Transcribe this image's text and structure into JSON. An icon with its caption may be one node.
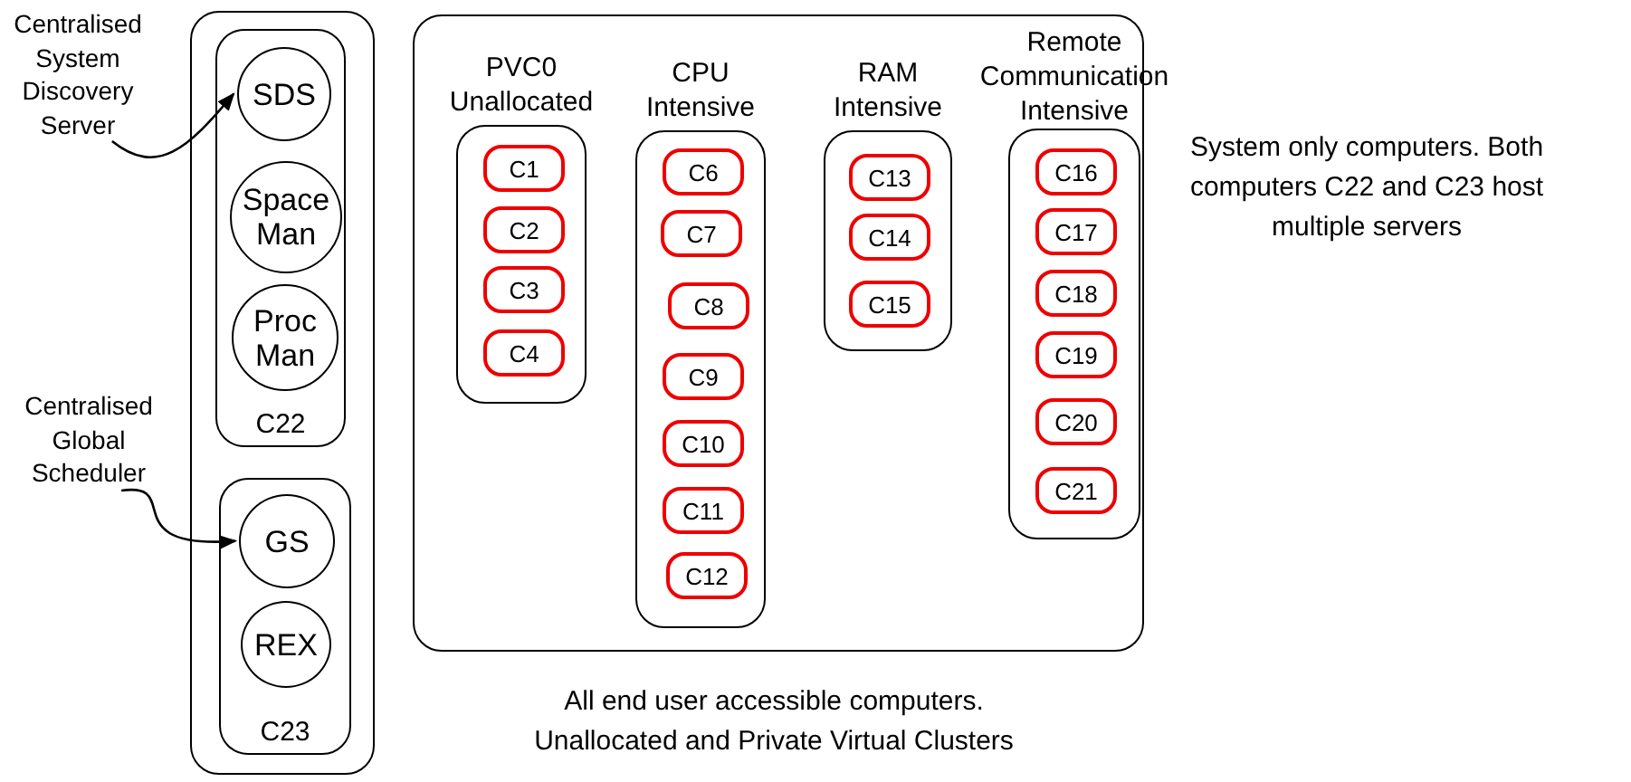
{
  "diagram": {
    "nodes": [
      {
        "text": [],
        "shape": "box"
      },
      {
        "text": [
          "C22"
        ],
        "in": 0
      },
      {
        "text": [
          "SDS"
        ],
        "in": 1
      },
      {
        "text": [
          "Space Man"
        ],
        "in": 1
      },
      {
        "text": [
          "Proc Man"
        ],
        "in": 1
      },
      {
        "text": [
          "C23"
        ],
        "in": 0
      },
      {
        "text": [
          "GS"
        ],
        "in": 5
      },
      {
        "text": [
          "REX"
        ],
        "in": 5
      },
      {
        "text": [
          "Centralised System Discovery Server"
        ]
      },
      {
        "text": [
          "Centralised Global Scheduler"
        ]
      },
      {
        "text": [],
        "shape": "box"
      },
      {
        "text": [
          "PVC0 Unallocated"
        ],
        "in": 10
      },
      {
        "text": [
          "C1"
        ],
        "in": 11
      },
      {
        "text": [
          "C2"
        ],
        "in": 11
      },
      {
        "text": [
          "C3"
        ],
        "in": 11
      },
      {
        "text": [
          "C4"
        ],
        "in": 11
      },
      {
        "text": [
          "CPU Intensive"
        ],
        "in": 10
      },
      {
        "text": [
          "C6"
        ],
        "in": 16
      },
      {
        "text": [
          "C7"
        ],
        "in": 16
      },
      {
        "text": [
          "C8"
        ],
        "in": 16
      },
      {
        "text": [
          "C9"
        ],
        "in": 16
      },
      {
        "text": [
          "C10"
        ],
        "in": 16
      },
      {
        "text": [
          "C11"
        ],
        "in": 16
      },
      {
        "text": [
          "C12"
        ],
        "in": 16
      },
      {
        "text": [
          "RAM Intensive"
        ],
        "in": 10
      },
      {
        "text": [
          "C13"
        ],
        "in": 24
      },
      {
        "text": [
          "C14"
        ],
        "in": 24
      },
      {
        "text": [
          "C15"
        ],
        "in": 24
      },
      {
        "text": [
          "Remote Communication Intensive"
        ],
        "in": 10
      },
      {
        "text": [
          "C16"
        ],
        "in": 28
      },
      {
        "text": [
          "C17"
        ],
        "in": 28
      },
      {
        "text": [
          "C18"
        ],
        "in": 28
      },
      {
        "text": [
          "C19"
        ],
        "in": 28
      },
      {
        "text": [
          "C20"
        ],
        "in": 28
      },
      {
        "text": [
          "C21"
        ],
        "in": 28
      }
    ],
    "edges": [
      {
        "from": 8,
        "to": 2,
        "arrow": "to"
      },
      {
        "from": 9,
        "to": 6,
        "arrow": "to"
      }
    ],
    "labels": [
      "System only computers. Both computers C22 and C23 host multiple servers",
      "All end user accessible computers. Unallocated and Private Virtual Clusters"
    ]
  }
}
